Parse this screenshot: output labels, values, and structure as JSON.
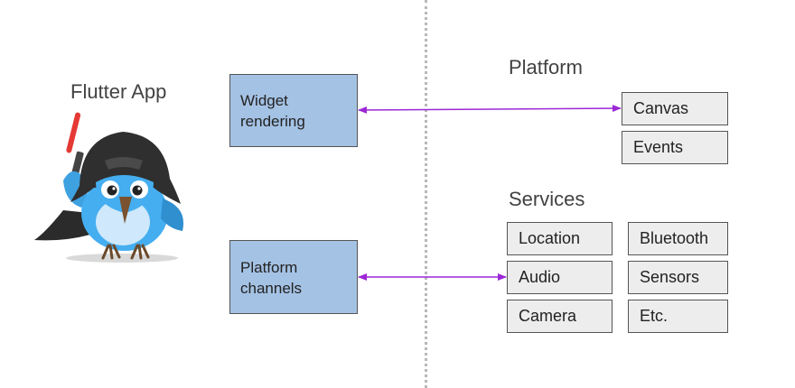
{
  "diagram": {
    "left_title": "Flutter App",
    "flutter_boxes": [
      {
        "line1": "Widget",
        "line2": "rendering"
      },
      {
        "line1": "Platform",
        "line2": "channels"
      }
    ],
    "platform": {
      "title": "Platform",
      "items": [
        "Canvas",
        "Events"
      ]
    },
    "services": {
      "title": "Services",
      "items": [
        "Location",
        "Bluetooth",
        "Audio",
        "Sensors",
        "Camera",
        "Etc."
      ]
    },
    "colors": {
      "arrow": "#9c27d6",
      "flutter_box_fill": "#a4c2e4",
      "platform_box_fill": "#ededed",
      "divider": "#b8b8b8"
    },
    "mascot_icon": "flutter-bird-dark-helmet-lightsaber-icon"
  }
}
